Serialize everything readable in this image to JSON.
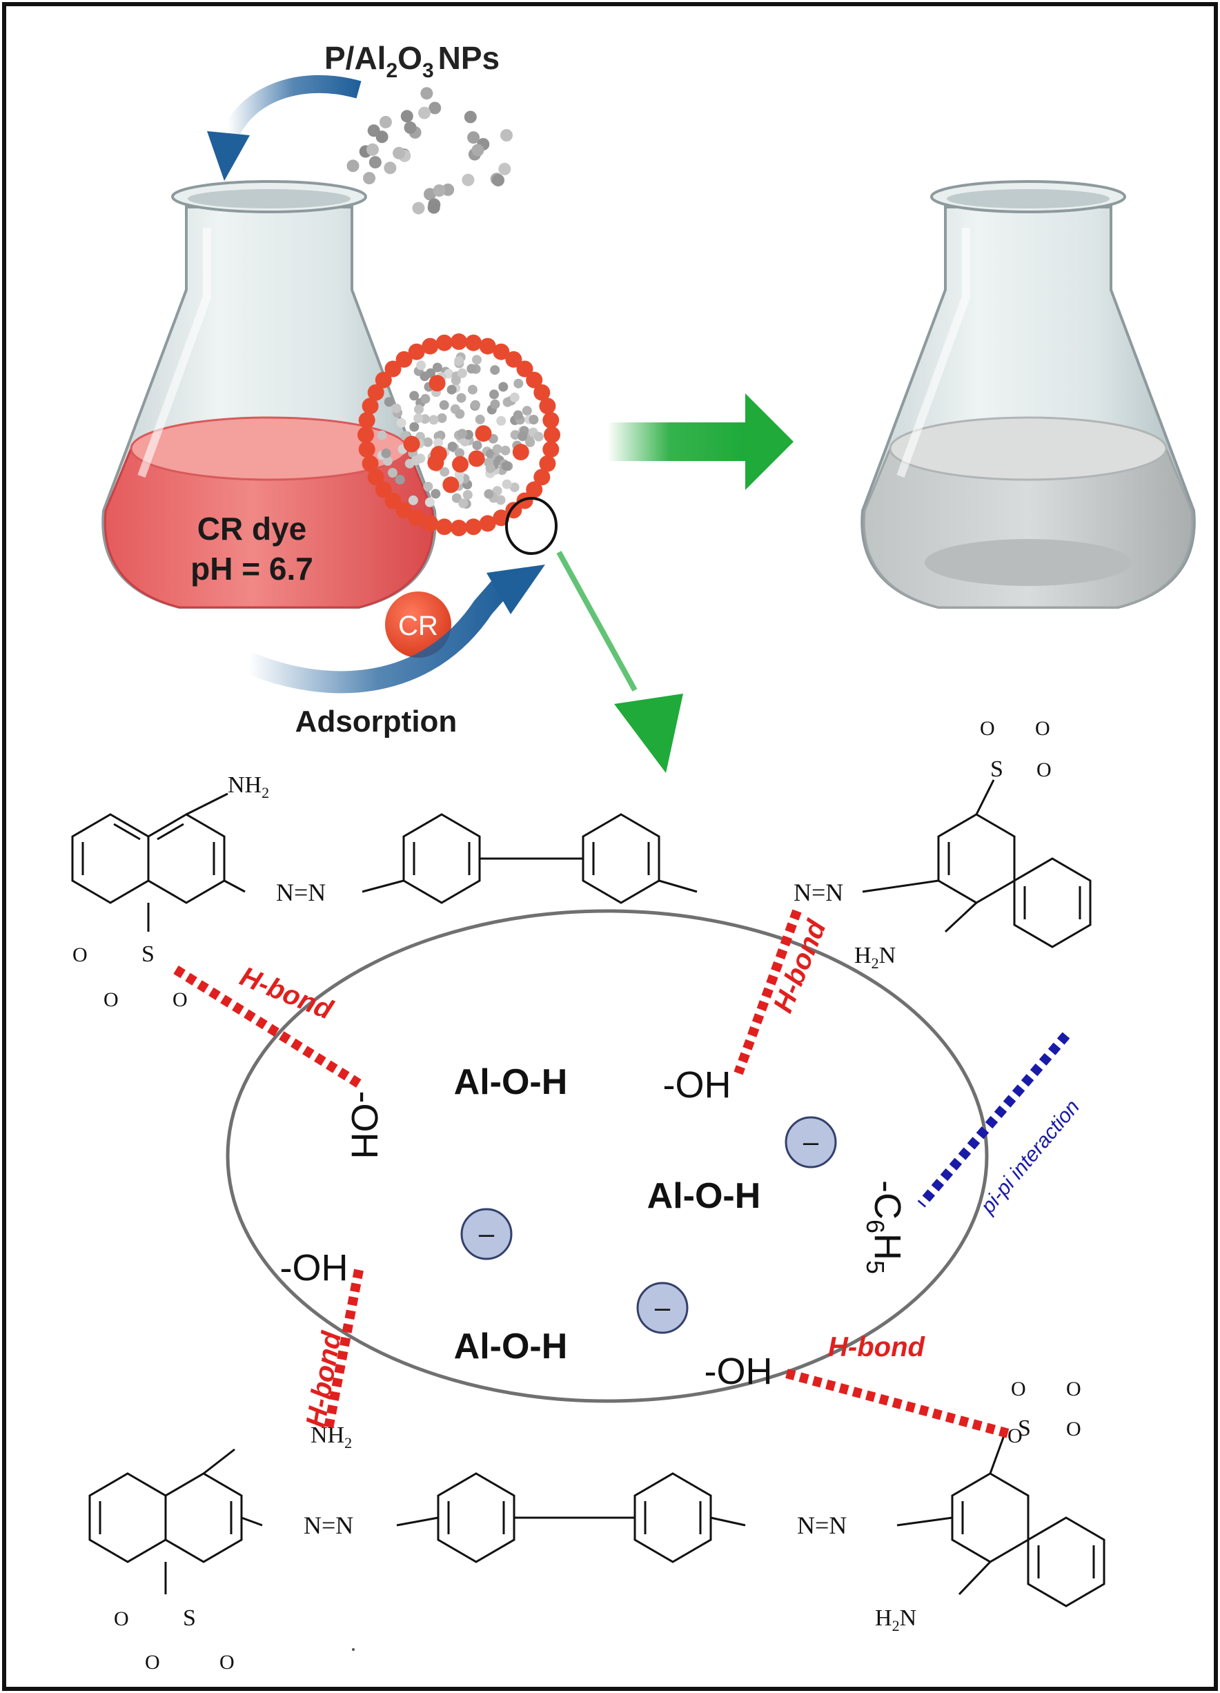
{
  "labels": {
    "nanoparticles": "P/Al2O3 NPs",
    "nanoparticles_prefix": "P/Al",
    "nanoparticles_sub1": "2",
    "nanoparticles_o": "O",
    "nanoparticles_sub2": "3",
    "nanoparticles_suffix": "NPs",
    "flask_line1": "CR dye",
    "flask_line2": "pH = 6.7",
    "dye_badge": "CR",
    "adsorption": "Adsorption"
  },
  "surface": {
    "aloh_1": "Al-O-H",
    "aloh_2": "Al-O-H",
    "aloh_3": "Al-O-H",
    "oh_top_left": "-OH",
    "oh_top_right": "-OH",
    "oh_left": "-OH",
    "oh_bottom": "-OH",
    "c6h5_main": "-C",
    "c6h5_sub1": "6",
    "c6h5_h": "H",
    "c6h5_sub2": "5",
    "negative_sign": "–"
  },
  "interactions": {
    "hbond_1": "H-bond",
    "hbond_2": "H-bond",
    "hbond_3": "H-bond",
    "hbond_4": "H-bond",
    "pipi": "pi-pi interaction"
  },
  "molecule_top": {
    "nh2_left": "NH",
    "nh2_left_sub": "2",
    "h2n_right": "H",
    "h2n_right_sub": "2",
    "h2n_right_n": "N",
    "azo_left": "N=N",
    "azo_right": "N=N",
    "so3_left_o_minus": "O",
    "so3_left_s": "S",
    "so3_left_o1": "O",
    "so3_left_o2": "O",
    "so3_right_s": "S",
    "so3_right_o1": "O",
    "so3_right_o2": "O",
    "so3_right_o_minus": "O"
  },
  "molecule_bottom": {
    "nh2_left": "NH",
    "nh2_left_sub": "2",
    "h2n_right": "H",
    "h2n_right_sub": "2",
    "h2n_right_n": "N",
    "azo_left": "N=N",
    "azo_right": "N=N",
    "so3_left_o_minus": "O",
    "so3_left_s": "S",
    "so3_left_o1": "O",
    "so3_left_o2": "O",
    "so3_right_s": "S",
    "so3_right_o1": "O",
    "so3_right_o2": "O",
    "so3_right_o_minus": "O"
  },
  "colors": {
    "dye": "#e8575a",
    "dye_dark": "#d04040",
    "particle_red": "#e84a2f",
    "blue_arrow": "#1f5f9a",
    "green_arrow": "#1faa3a",
    "hbond_red": "#e0201e",
    "pipi_blue": "#1a1aa8",
    "negative_fill": "#b8c4e0"
  }
}
